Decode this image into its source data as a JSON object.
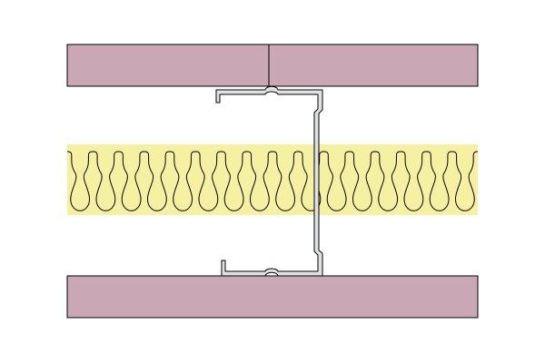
{
  "diagram": {
    "kind": "wall-partition-cross-section",
    "components": [
      {
        "id": "top-board",
        "name": "plasterboard-layer",
        "count_panels": 2
      },
      {
        "id": "insulation",
        "name": "mineral-wool-insulation",
        "loops": 16
      },
      {
        "id": "stud",
        "name": "c-stud-profile"
      },
      {
        "id": "bottom-board",
        "name": "plasterboard-layer",
        "count_panels": 1
      }
    ],
    "colors": {
      "background": "#ffffff",
      "board_fill": "#c9a7b4",
      "board_stroke": "#000000",
      "insulation_fill": "#f6f0a2",
      "insulation_line": "#000000",
      "stud_fill": "#dfe3e6",
      "stud_stroke": "#000000"
    }
  }
}
